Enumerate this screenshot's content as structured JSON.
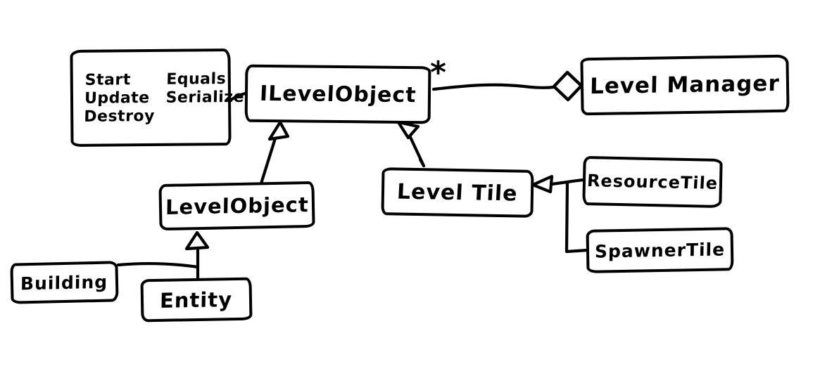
{
  "diagram": {
    "type": "uml-class-diagram",
    "style": "hand-drawn",
    "ink_color": "#000000",
    "background_color": "#ffffff",
    "nodes": {
      "methods_note": {
        "rows": [
          [
            "Start",
            "Equals"
          ],
          [
            "Update",
            "Serialize"
          ],
          [
            "Destroy",
            ""
          ]
        ]
      },
      "ilevelobject": {
        "label": "ILevelObject"
      },
      "levelmanager": {
        "label": "Level Manager"
      },
      "levelobject": {
        "label": "LevelObject"
      },
      "leveltile": {
        "label": "Level Tile"
      },
      "resourcetile": {
        "label": "ResourceTile"
      },
      "spawnertile": {
        "label": "SpawnerTile"
      },
      "building": {
        "label": "Building"
      },
      "entity": {
        "label": "Entity"
      }
    },
    "multiplicity_star": "*",
    "edges": [
      {
        "from": "ILevelObject",
        "to": "Level Manager",
        "type": "aggregation",
        "multiplicity": "*",
        "diamond_end": "Level Manager"
      },
      {
        "from": "LevelObject",
        "to": "ILevelObject",
        "type": "inheritance"
      },
      {
        "from": "Level Tile",
        "to": "ILevelObject",
        "type": "inheritance"
      },
      {
        "from": "ResourceTile",
        "to": "Level Tile",
        "type": "inheritance"
      },
      {
        "from": "SpawnerTile",
        "to": "Level Tile",
        "type": "inheritance"
      },
      {
        "from": "Building",
        "to": "LevelObject",
        "type": "inheritance"
      },
      {
        "from": "Entity",
        "to": "LevelObject",
        "type": "inheritance"
      },
      {
        "from": "methods_note",
        "to": "ILevelObject",
        "type": "note-attachment"
      }
    ]
  }
}
